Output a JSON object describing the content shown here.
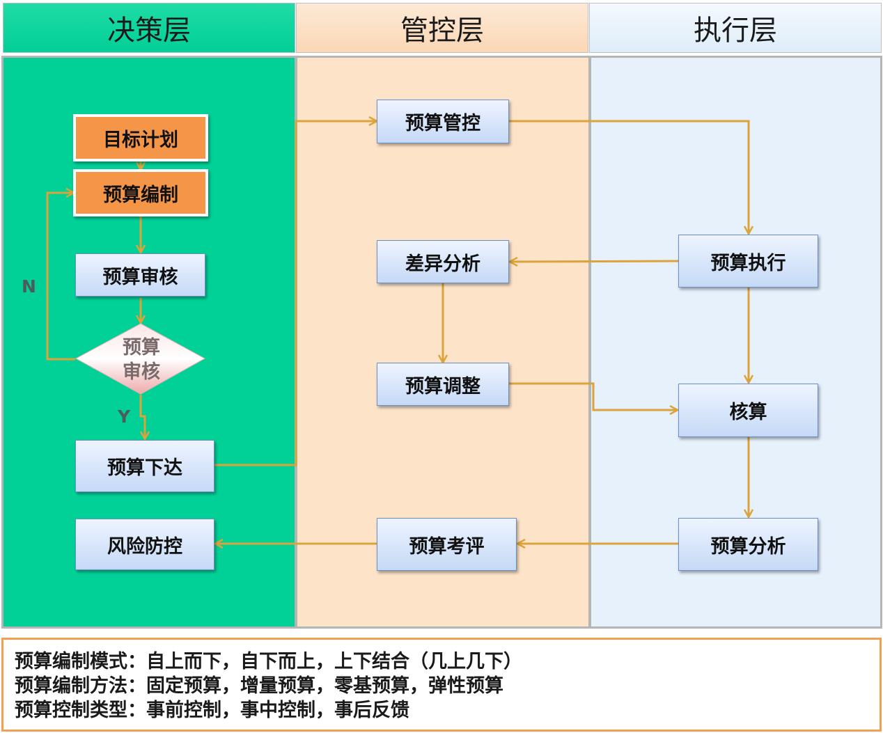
{
  "lanes": {
    "decision": "决策层",
    "control": "管控层",
    "execution": "执行层"
  },
  "nodes": {
    "target_plan": "目标计划",
    "budget_compile": "预算编制",
    "budget_review": "预算审核",
    "decision_review": "预算审核",
    "budget_issue": "预算下达",
    "risk_control": "风险防控",
    "budget_control": "预算管控",
    "variance_analysis": "差异分析",
    "budget_adjust": "预算调整",
    "budget_evaluation": "预算考评",
    "budget_execution": "预算执行",
    "accounting": "核算",
    "budget_analysis": "预算分析"
  },
  "labels": {
    "no": "N",
    "yes": "Y"
  },
  "notes": [
    "预算编制模式：自上而下，自下而上，上下结合（几上几下）",
    "预算编制方法：固定预算，增量预算，零基预算，弹性预算",
    "预算控制类型：事前控制，事中控制，事后反馈"
  ],
  "colors": {
    "decision_lane": "#02d197",
    "control_lane": "#fde3c8",
    "execution_lane": "#e6f1fc",
    "arrow": "#dba33a",
    "highlight_box": "#f59547",
    "notes_border": "#f0a050"
  }
}
